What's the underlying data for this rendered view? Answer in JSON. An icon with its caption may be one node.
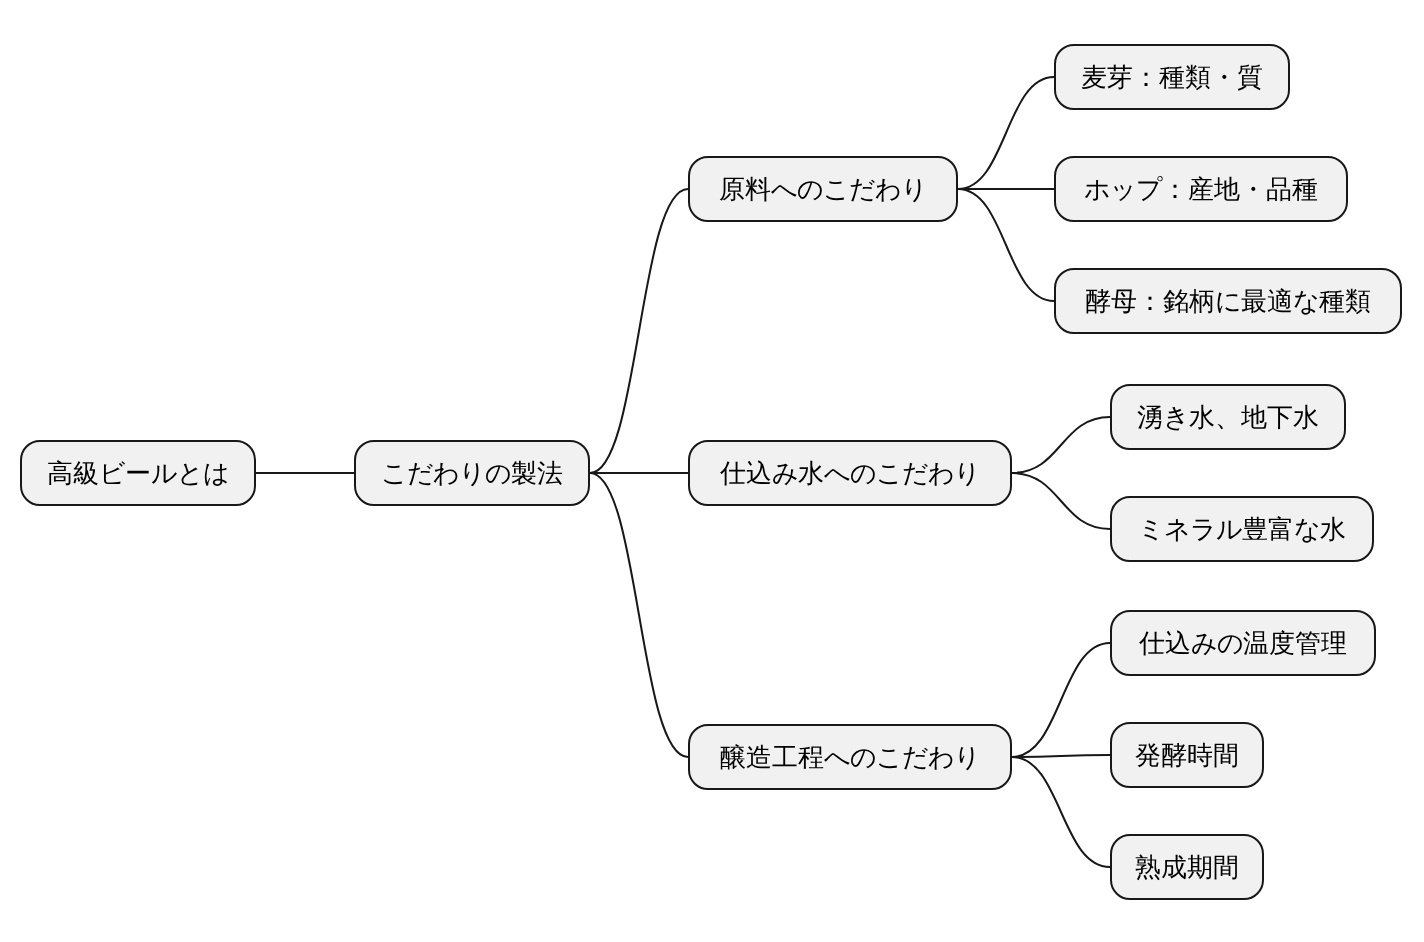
{
  "diagram": {
    "nodes": [
      {
        "text": [
          "高級ビールとは"
        ]
      },
      {
        "text": [
          "こだわりの製法"
        ]
      },
      {
        "text": [
          "原料へのこだわり"
        ]
      },
      {
        "text": [
          "麦芽：種類・質"
        ]
      },
      {
        "text": [
          "ホップ：産地・品種"
        ]
      },
      {
        "text": [
          "酵母：銘柄に最適な種類"
        ]
      },
      {
        "text": [
          "仕込み水へのこだわり"
        ]
      },
      {
        "text": [
          "湧き水、地下水"
        ]
      },
      {
        "text": [
          "ミネラル豊富な水"
        ]
      },
      {
        "text": [
          "醸造工程へのこだわり"
        ]
      },
      {
        "text": [
          "仕込みの温度管理"
        ]
      },
      {
        "text": [
          "発酵時間"
        ]
      },
      {
        "text": [
          "熟成期間"
        ]
      }
    ],
    "edges": [
      {
        "from": 0,
        "to": 1,
        "arrow": "none"
      },
      {
        "from": 1,
        "to": 2,
        "arrow": "none"
      },
      {
        "from": 2,
        "to": 3,
        "arrow": "none"
      },
      {
        "from": 2,
        "to": 4,
        "arrow": "none"
      },
      {
        "from": 2,
        "to": 5,
        "arrow": "none"
      },
      {
        "from": 1,
        "to": 6,
        "arrow": "none"
      },
      {
        "from": 6,
        "to": 7,
        "arrow": "none"
      },
      {
        "from": 6,
        "to": 8,
        "arrow": "none"
      },
      {
        "from": 1,
        "to": 9,
        "arrow": "none"
      },
      {
        "from": 9,
        "to": 10,
        "arrow": "none"
      },
      {
        "from": 9,
        "to": 11,
        "arrow": "none"
      },
      {
        "from": 9,
        "to": 12,
        "arrow": "none"
      }
    ]
  }
}
